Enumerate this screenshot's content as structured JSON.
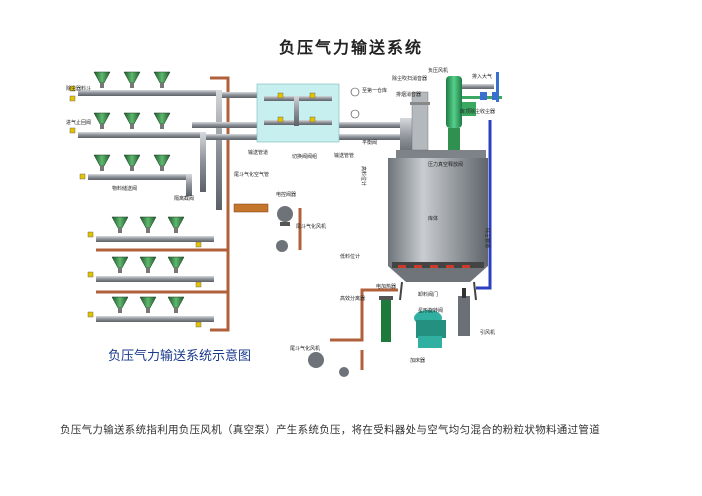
{
  "title": "负压气力输送系统",
  "schematic_title": "负压气力输送系统示意图",
  "caption": "负压气力输送系统指利用负压风机（真空泵）产生系统负压，将在受料器处与空气均匀混合的粉粒状物料通过管道",
  "labels": {
    "hopper_feeder": "除尘器料斗",
    "inlet_valve": "进气止回阀",
    "material_valve": "物料储送阀",
    "isolation_valve": "隔离截阀",
    "transfer_pipe": "输送管道",
    "switch_valve": "切换阀阀组",
    "convey_pipe": "输送管管",
    "air_pipe": "尾斗气化空气管",
    "motor_valve": "电控阀器",
    "fluid_fan1": "尾斗气化风机",
    "fluid_fan2": "尾斗气化风机",
    "vacuum_fan": "负压风机",
    "fan_muffler": "除尘吹扫消音器",
    "exhaust_muffler": "排烟消音器",
    "to_air": "排入大气",
    "dust_filter": "旋风除尘器",
    "secondary_filter": "库顶除尘收尘器",
    "to_stage1": "至第一仓库",
    "pressure_switch": "压力真空释放阀",
    "level_meter": "高料位计",
    "tank": "库体",
    "low_level": "低料位计",
    "heater": "电加热器",
    "separator": "高效分离器",
    "discharge_valve": "卸料阀门",
    "rotary_valve": "星形旋转阀",
    "unloader": "加床器",
    "vent_pipe": "除尘管道",
    "outlet_fan": "引风机",
    "vent_valve": "平衡阀"
  },
  "colors": {
    "pipe_gray": "#8c9198",
    "pipe_brown": "#b0603a",
    "pipe_blue": "#2b3fc0",
    "hopper_green": "#2f7a3e",
    "tank_gray": "#9da3a8",
    "panel_cyan": "#c8efef",
    "fan_green": "#3aa860"
  }
}
